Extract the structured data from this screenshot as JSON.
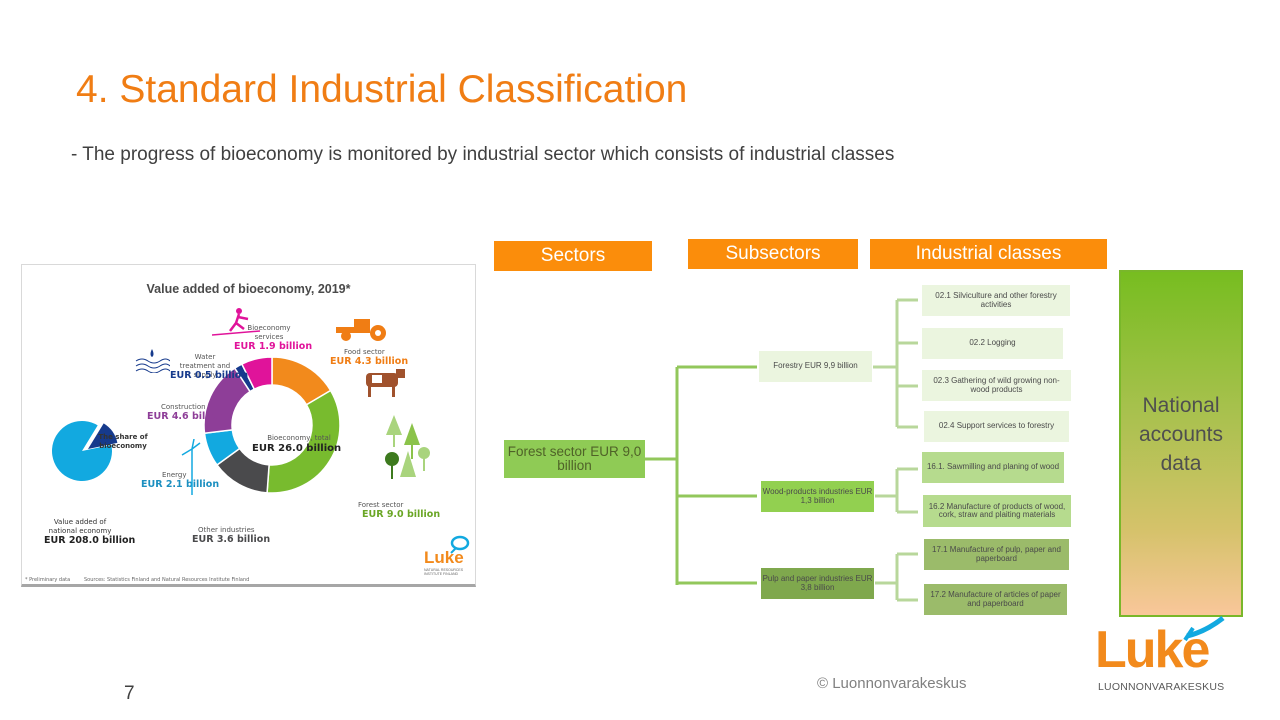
{
  "slide": {
    "title": "4. Standard Industrial Classification",
    "subtitle": "- The progress of bioeconomy is monitored by industrial sector which consists of industrial classes",
    "page_number": "7",
    "copyright": "© Luonnonvarakeskus"
  },
  "infographic": {
    "title": "Value added of bioeconomy, 2019*",
    "center_label": "Bioeconomy, total",
    "center_value": "EUR 26.0 billion",
    "segments": [
      {
        "label": "Forest sector",
        "value": "EUR 9.0 billion",
        "amount": 9.0,
        "color": "#78bb2e"
      },
      {
        "label": "Other industries",
        "value": "EUR 3.6 billion",
        "amount": 3.6,
        "color": "#4a4a4c"
      },
      {
        "label": "Energy",
        "value": "EUR 2.1 billion",
        "amount": 2.1,
        "color": "#12a9e0"
      },
      {
        "label": "Construction",
        "value": "EUR 4.6 billion",
        "amount": 4.6,
        "color": "#8e3e98"
      },
      {
        "label": "Water treatment and supply",
        "value": "EUR 0.5 billion",
        "amount": 0.5,
        "color": "#163a8c"
      },
      {
        "label": "Bioeconomy services",
        "value": "EUR 1.9 billion",
        "amount": 1.9,
        "color": "#e0139a"
      },
      {
        "label": "Food sector",
        "value": "EUR 4.3 billion",
        "amount": 4.3,
        "color": "#f28a1c"
      }
    ],
    "share": {
      "label": "The share of bioeconomy",
      "percent_text": "13%",
      "percent": 13,
      "national_label": "Value added of national economy",
      "national_value": "EUR 208.0 billion"
    },
    "footnote": "* Preliminary data",
    "sources": "Sources: Statistics Finland and Natural Resources Institute Finland",
    "logo": "Luke",
    "logo_sub1": "NATURAL RESOURCES",
    "logo_sub2": "INSTITUTE FINLAND"
  },
  "diagram": {
    "headers": {
      "sectors": "Sectors",
      "subsectors": "Subsectors",
      "classes": "Industrial classes"
    },
    "sector": "Forest sector EUR 9,0 billion",
    "subsectors": [
      {
        "label": "Forestry EUR 9,9 billion",
        "classes": [
          "02.1 Silviculture and other forestry activities",
          "02.2 Logging",
          "02.3 Gathering of wild growing non-wood products",
          "02.4 Support services to forestry"
        ]
      },
      {
        "label": "Wood-products industries EUR 1,3 billion",
        "classes": [
          "16.1. Sawmilling and planing of wood",
          "16.2 Manufacture of products of wood, cork, straw and plaiting materials"
        ]
      },
      {
        "label": "Pulp and paper industries EUR 3,8 billion",
        "classes": [
          "17.1 Manufacture of pulp, paper and paperboard",
          "17.2 Manufacture of articles of paper and paperboard"
        ]
      }
    ],
    "national": "National accounts data"
  },
  "logo": {
    "name": "Luke",
    "subtitle": "LUONNONVARAKESKUS"
  },
  "colors": {
    "accent": "#f07d14",
    "header": "#fb8d0b",
    "green": "#92d050"
  }
}
